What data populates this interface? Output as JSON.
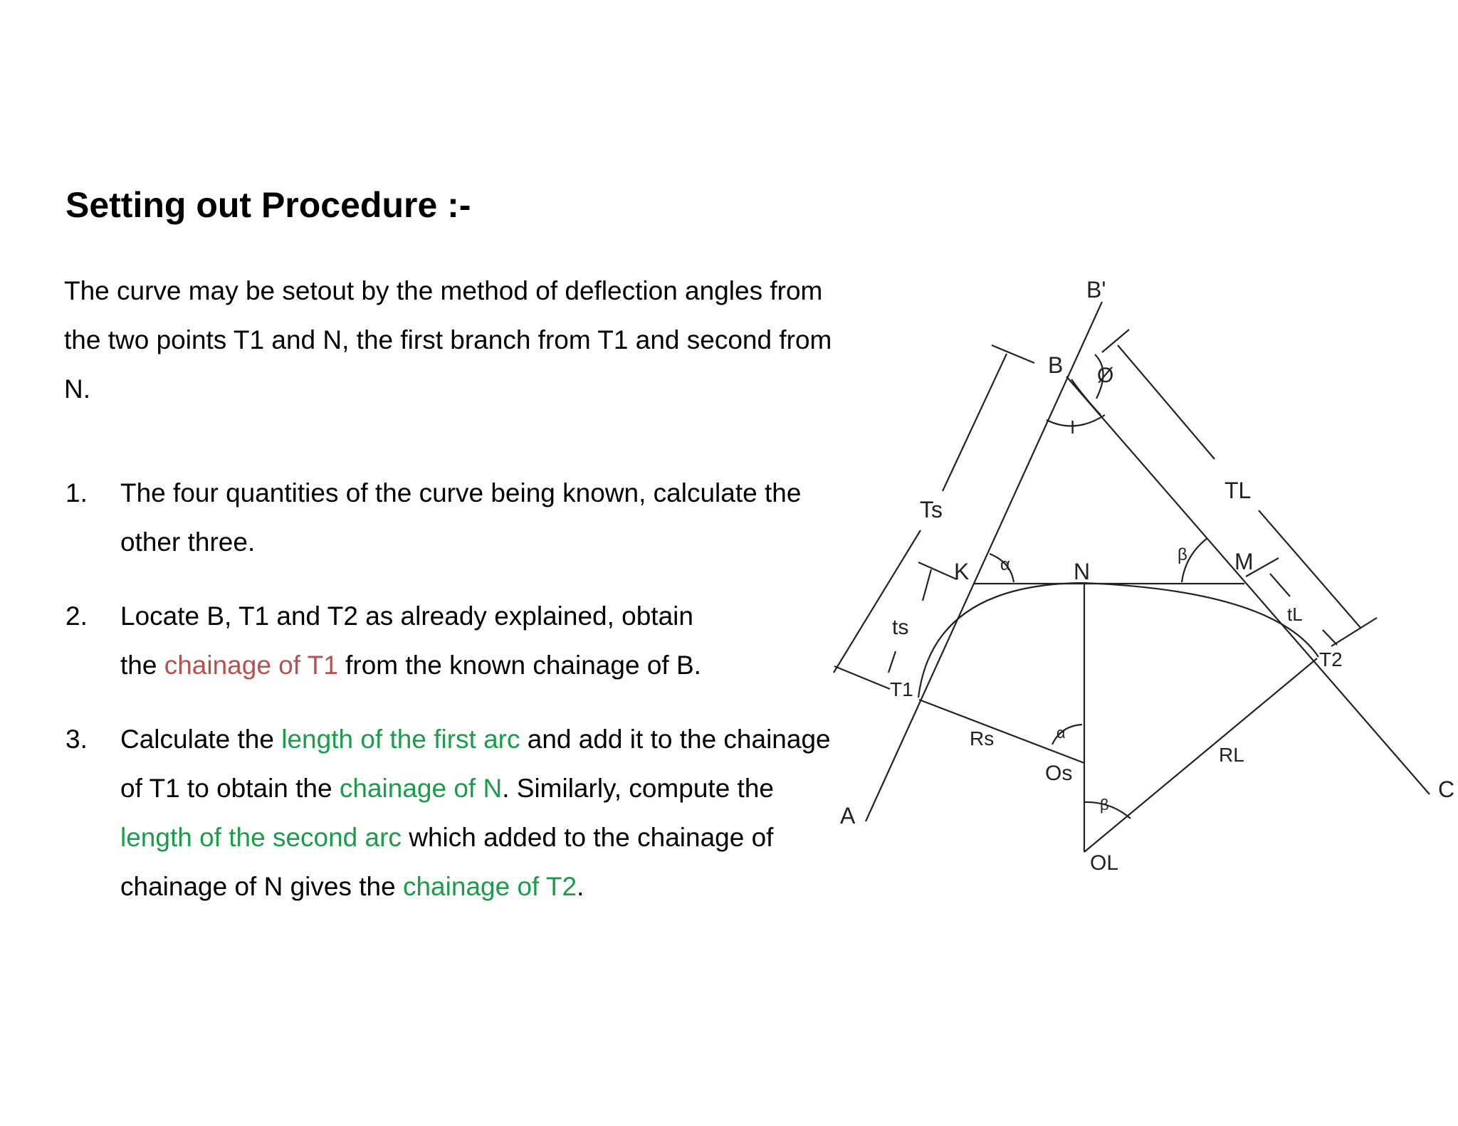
{
  "title": "Setting out Procedure :-",
  "intro": {
    "line1": "The curve may be setout by the method of deflection angles from",
    "line2": "the two points T1 and N, the first branch from T1 and second  from",
    "line3": "N."
  },
  "steps": [
    {
      "number": "1.",
      "line1": "The four quantities of the curve being known, calculate the",
      "line2": "other three."
    },
    {
      "number": "2.",
      "line1": "Locate B, T1  and T2  as already explained, obtain",
      "line2_pre": "the ",
      "line2_highlight": "chainage of T1",
      "line2_post": " from the known chainage of B."
    },
    {
      "number": "3.",
      "line1_pre": "Calculate the ",
      "line1_highlight": "length of the first arc",
      "line1_post": " and add it to the chainage",
      "line2_pre": "of T1 to obtain the ",
      "line2_highlight": "chainage of N",
      "line2_post": ". Similarly, compute the",
      "line3_highlight": "length of the second arc",
      "line3_post": " which added to the chainage of",
      "line4_pre": "chainage of N gives the ",
      "line4_highlight": "chainage of T2",
      "line4_post": "."
    }
  ],
  "colors": {
    "highlight_red": "#b5514f",
    "highlight_green": "#1a9c49",
    "line": "#222222"
  },
  "diagram": {
    "labels": {
      "B_prime": "B'",
      "B": "B",
      "phi": "Ø",
      "I": "I",
      "TL": "TL",
      "Ts": "Ts",
      "K": "K",
      "alpha": "α",
      "N": "N",
      "beta": "β",
      "M": "M",
      "tL": "tL",
      "ts": "ts",
      "T2": "T2",
      "T1": "T1",
      "Rs": "Rs",
      "RL": "RL",
      "Os": "Os",
      "C": "C",
      "A": "A",
      "OL": "OL"
    }
  }
}
